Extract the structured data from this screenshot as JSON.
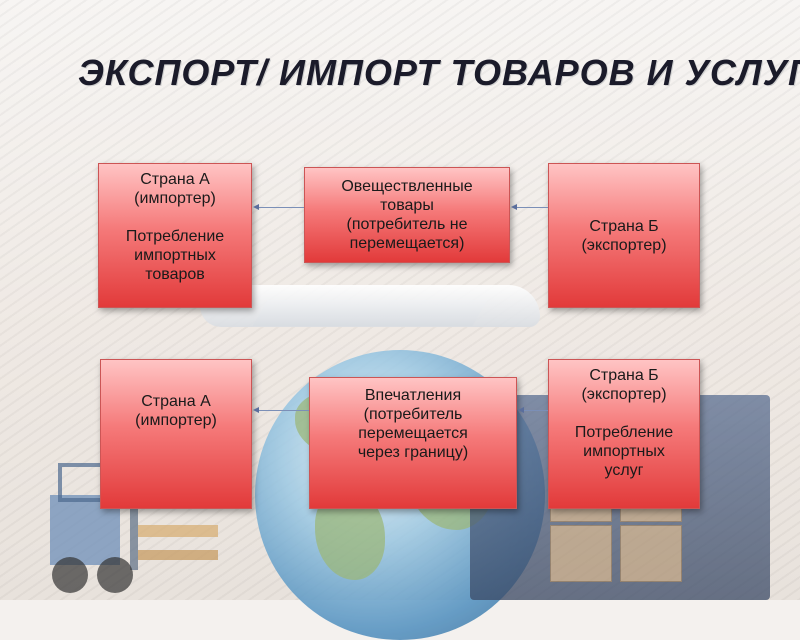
{
  "title": "ЭКСПОРТ/ ИМПОРТ ТОВАРОВ И УСЛУГ",
  "rows": [
    {
      "left": {
        "lines": [
          "Страна А",
          "(импортер)",
          "",
          "Потребление",
          "импортных",
          "товаров"
        ]
      },
      "middle": {
        "lines": [
          "Овеществленные",
          "товары",
          "(потребитель не",
          "перемещается)"
        ]
      },
      "right": {
        "lines": [
          "Страна Б",
          "(экспортер)"
        ]
      }
    },
    {
      "left": {
        "lines": [
          "Страна А",
          "(импортер)"
        ]
      },
      "middle": {
        "lines": [
          "Впечатления",
          "(потребитель",
          "перемещается",
          "через границу)"
        ]
      },
      "right": {
        "lines": [
          "Страна Б",
          "(экспортер)",
          "",
          "Потребление",
          "импортных",
          "услуг"
        ]
      }
    }
  ],
  "colors": {
    "box_top": "#ffc4c4",
    "box_bottom": "#e23a3a",
    "arrow": "#7b8fb7",
    "title": "#1b1b2a"
  },
  "decorations": [
    "globe-illustration",
    "airplane-illustration",
    "forklift-illustration",
    "truck-illustration"
  ]
}
